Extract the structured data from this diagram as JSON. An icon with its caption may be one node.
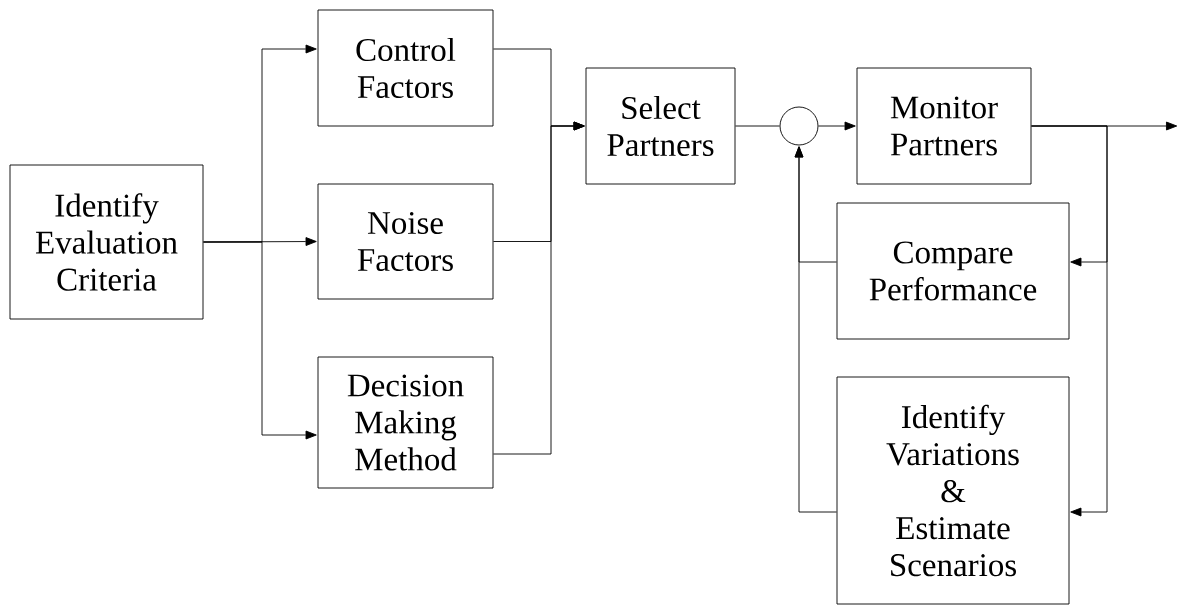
{
  "diagram": {
    "nodes": [
      {
        "text": [
          "Identify Evaluation Criteria"
        ]
      },
      {
        "text": [
          "Control Factors"
        ]
      },
      {
        "text": [
          "Noise Factors"
        ]
      },
      {
        "text": [
          "Decision Making Method"
        ]
      },
      {
        "text": [
          "Select Partners"
        ]
      },
      {
        "text": [],
        "shape": "circle"
      },
      {
        "text": [
          "Monitor Partners"
        ]
      },
      {
        "text": [
          "Compare Performance"
        ]
      },
      {
        "text": [
          "Identify Variations & Estimate Scenarios"
        ]
      }
    ],
    "edges": [
      {
        "from": 0,
        "to": 1,
        "arrow": "to"
      },
      {
        "from": 0,
        "to": 2,
        "arrow": "to"
      },
      {
        "from": 0,
        "to": 3,
        "arrow": "to"
      },
      {
        "from": 1,
        "to": 4,
        "arrow": "to"
      },
      {
        "from": 2,
        "to": 4,
        "arrow": "to"
      },
      {
        "from": 3,
        "to": 4,
        "arrow": "to"
      },
      {
        "from": 4,
        "to": 5,
        "arrow": "none"
      },
      {
        "from": 5,
        "to": 6,
        "arrow": "to"
      },
      {
        "from": 6,
        "to": null,
        "arrow": "to"
      },
      {
        "from": 6,
        "to": 7,
        "arrow": "to"
      },
      {
        "from": 6,
        "to": 8,
        "arrow": "to"
      },
      {
        "from": 7,
        "to": 5,
        "arrow": "to"
      },
      {
        "from": 8,
        "to": 5,
        "arrow": "to"
      }
    ]
  }
}
